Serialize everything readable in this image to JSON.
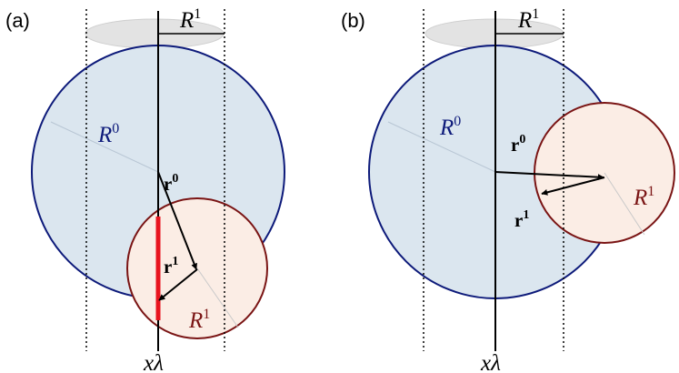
{
  "colors": {
    "big_circle_fill": "#dbe6ef",
    "big_circle_stroke": "#0d1a7a",
    "small_circle_fill": "#fbede5",
    "small_circle_stroke": "#7a1414",
    "projection_ellipse": "#e3e3e3",
    "chord_highlight": "#e8141e",
    "axis": "#000000"
  },
  "panels": [
    {
      "label": "(a)",
      "big_radius_label": {
        "base": "R",
        "sup": "0"
      },
      "small_radius_label": {
        "base": "R",
        "sup": "1"
      },
      "top_radius_label": {
        "base": "R",
        "sup": "1"
      },
      "vector_r0": {
        "base": "r",
        "sup": "0"
      },
      "vector_r1": {
        "base": "r",
        "sup": "1"
      },
      "axis_label": "xλ",
      "has_highlighted_chord": true
    },
    {
      "label": "(b)",
      "big_radius_label": {
        "base": "R",
        "sup": "0"
      },
      "small_radius_label": {
        "base": "R",
        "sup": "1"
      },
      "top_radius_label": {
        "base": "R",
        "sup": "1"
      },
      "vector_r0": {
        "base": "r",
        "sup": "0"
      },
      "vector_r1": {
        "base": "r",
        "sup": "1"
      },
      "axis_label": "xλ",
      "has_highlighted_chord": false
    }
  ]
}
